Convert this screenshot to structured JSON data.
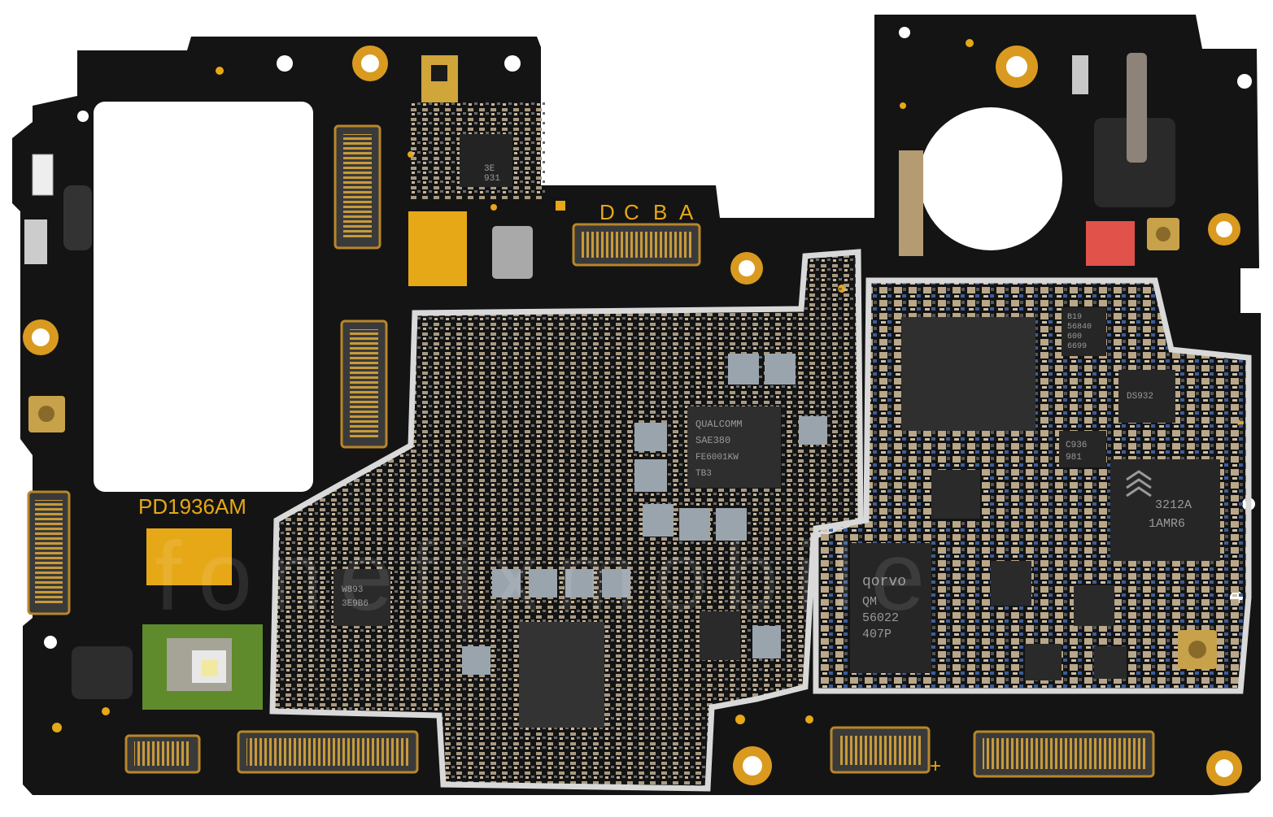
{
  "board": {
    "model_label": "PD1936AM",
    "connector_labels": [
      "D",
      "C",
      "B",
      "A"
    ]
  },
  "chips": {
    "qualcomm_pmic": [
      "QUALCOMM",
      "SAE380",
      "FE6001KW",
      "TB3"
    ],
    "qorvo": [
      "qorvo",
      "QM",
      "56022",
      "407P"
    ],
    "rf_right": [
      "3212A",
      "1AMR6"
    ],
    "small_b19": [
      "B19",
      "56840",
      "600",
      "6699"
    ],
    "small_c936": [
      "C936",
      "981"
    ],
    "small_ds932": [
      "DS932"
    ],
    "small_931": [
      "3E",
      "931"
    ],
    "small_w893": [
      "W893",
      "3E9B6"
    ]
  },
  "watermark": {
    "text": "fonefixmobile"
  },
  "colors": {
    "pcb": "#141414",
    "gold": "#e6a817",
    "shield": "#d9d9d9",
    "flex": "#5f8b2c"
  }
}
